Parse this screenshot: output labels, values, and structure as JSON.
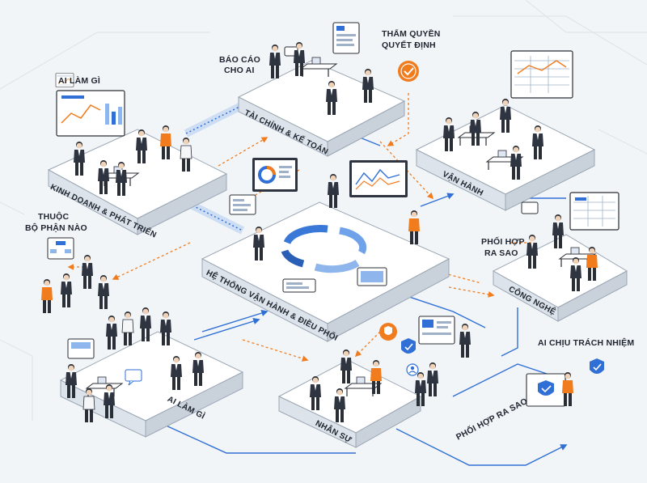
{
  "platforms": {
    "sales": "KINH DOANH & PHÁT TRIỂN",
    "finance": "TÀI CHÍNH & KẾ TOÁN",
    "operations": "VẬN HÀNH",
    "core": "HỆ THỐNG VẬN HÀNH & ĐIỀU PHỐI",
    "technology": "CÔNG NGHỆ",
    "who": "AI LÀM GÌ",
    "hr": "NHÂN SỰ"
  },
  "callouts": {
    "who_does_what": "AI LÀM GÌ",
    "report_to_1": "BÁO CÁO",
    "report_to_2": "CHO AI",
    "authority_1": "THẨM QUYỀN",
    "authority_2": "QUYẾT ĐỊNH",
    "department_1": "THUỘC",
    "department_2": "BỘ PHẬN NÀO",
    "coordinate_1": "PHỐI HỢP",
    "coordinate_2": "RA SAO",
    "accountable": "AI CHỊU TRÁCH NHIỆM",
    "coordinate_bottom": "PHỐI HỢP RA SAO"
  },
  "colors": {
    "accent_orange": "#f07c1e",
    "accent_blue": "#2f6fd6",
    "platform_top": "#ffffff",
    "platform_side": "#cfd6df",
    "ink": "#1f2530"
  }
}
